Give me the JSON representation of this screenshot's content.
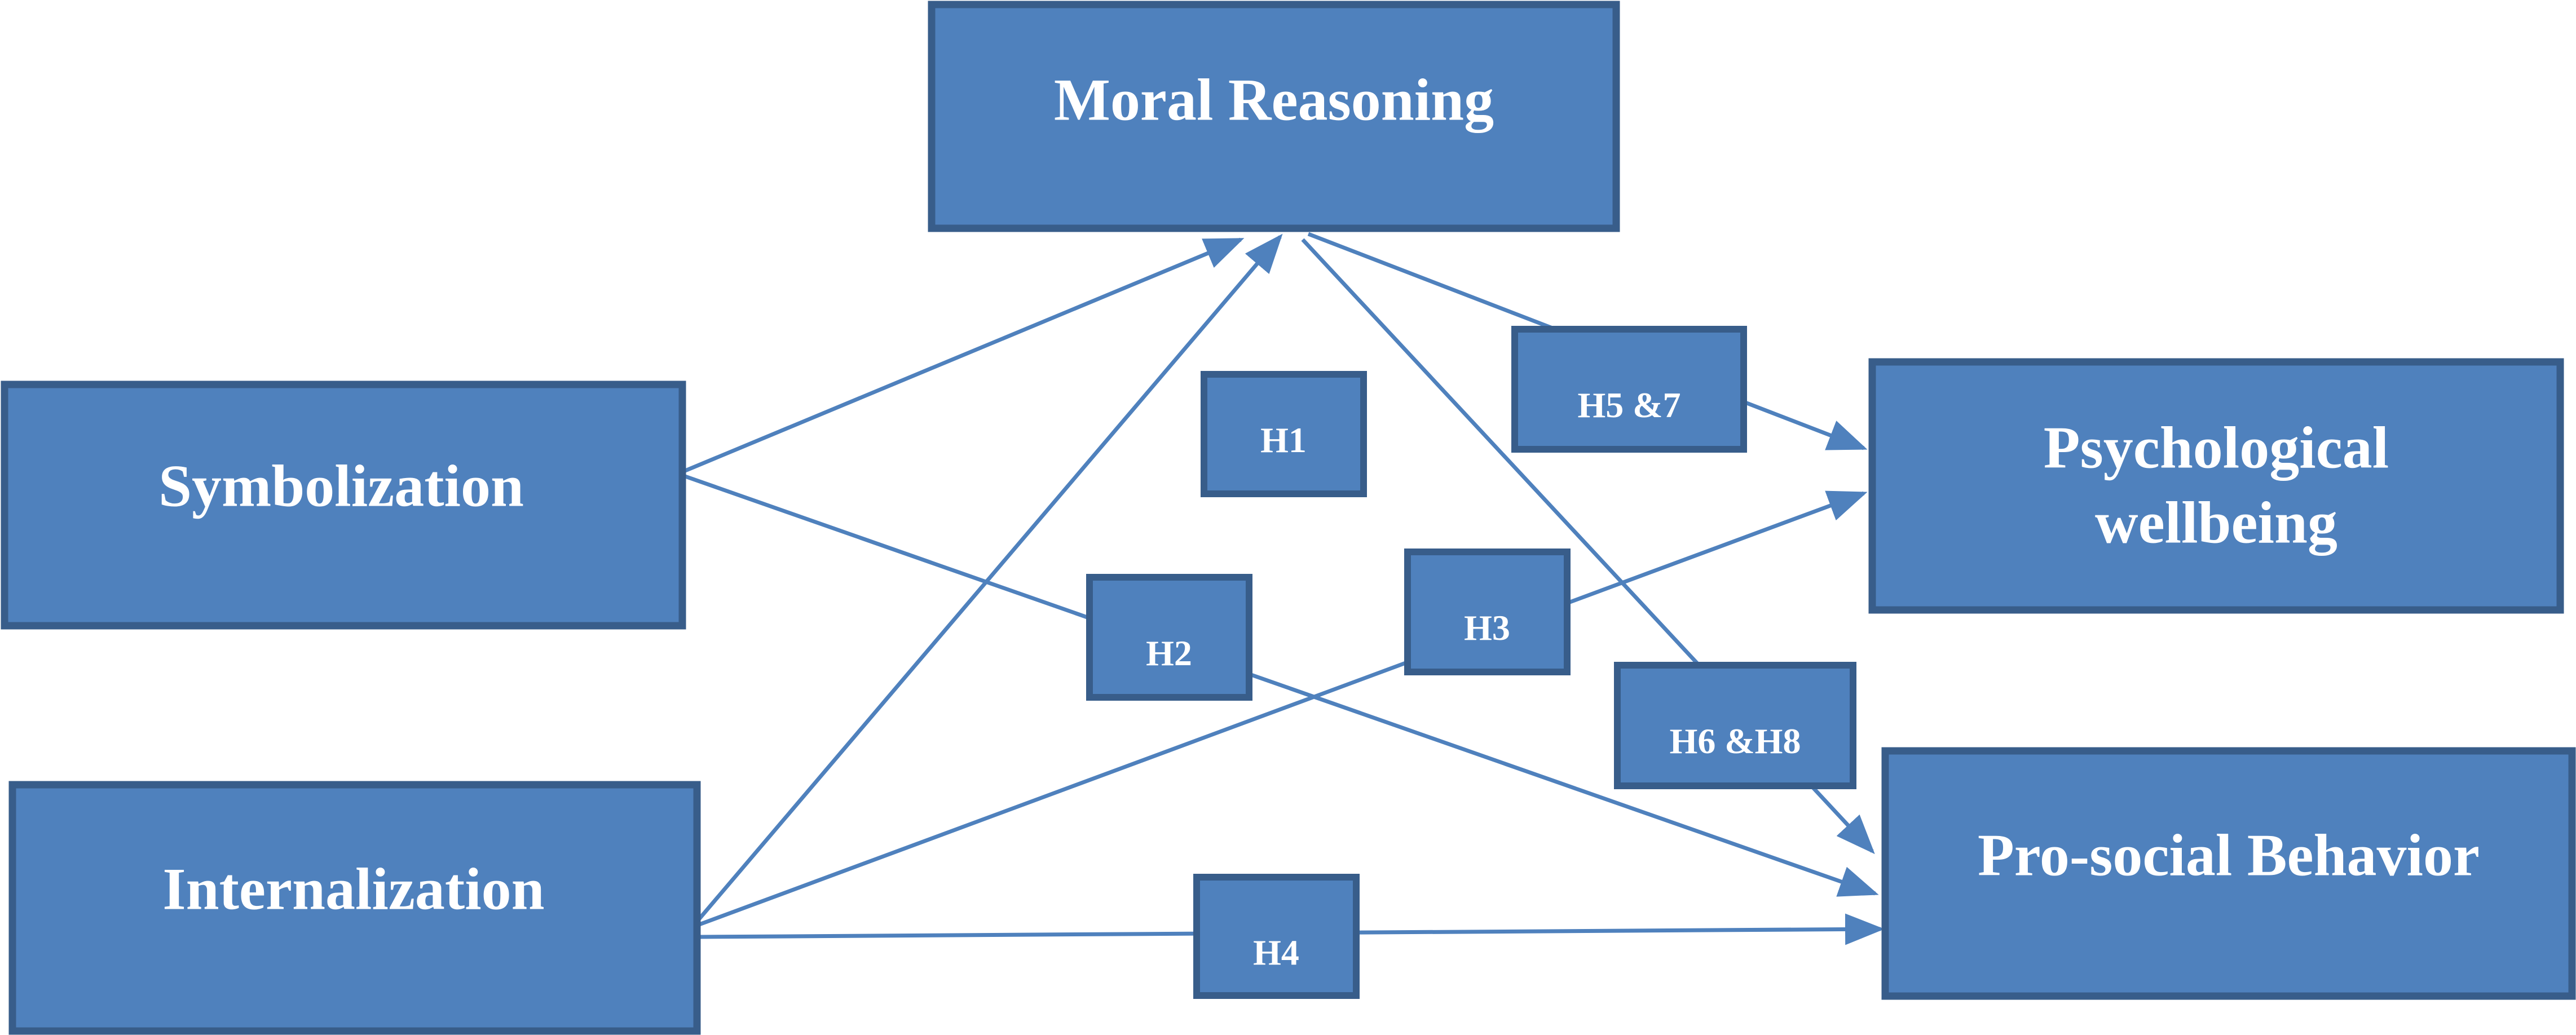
{
  "nodes": {
    "moral_reasoning": "Moral Reasoning",
    "symbolization": "Symbolization",
    "internalization": "Internalization",
    "psych_line1": "Psychological",
    "psych_line2": "wellbeing",
    "prosocial": "Pro-social Behavior"
  },
  "hypotheses": {
    "h1": "H1",
    "h2": "H2",
    "h3": "H3",
    "h4": "H4",
    "h5_7": "H5 &7",
    "h6_8": "H6 &H8"
  },
  "colors": {
    "box_fill": "#4f81bd",
    "box_border": "#385d8a",
    "text": "#ffffff"
  }
}
